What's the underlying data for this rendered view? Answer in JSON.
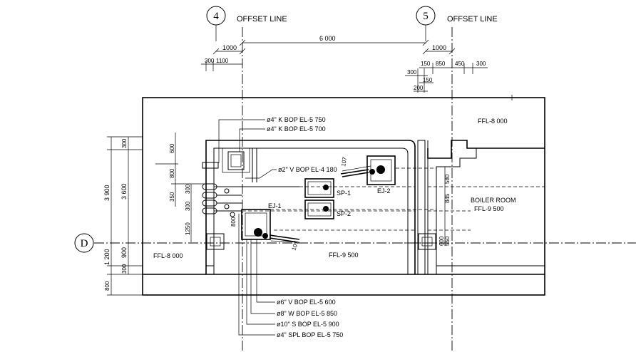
{
  "grid": {
    "col_4": "4",
    "col_5": "5",
    "row_d": "D",
    "offset_4": "OFFSET LINE",
    "offset_5": "OFFSET LINE"
  },
  "top_dims": {
    "span": "6 000",
    "left_1000": "1000",
    "right_1000": "1000",
    "d300": "300",
    "d1100": "1100",
    "d150a": "150",
    "d850": "850",
    "d450": "450",
    "d300b": "300",
    "d300c": "300",
    "d150b": "150",
    "d200": "200"
  },
  "left_dims": {
    "total": "3 900",
    "inner": "3 600",
    "d1200": "1 200",
    "d900": "900",
    "d300top": "300",
    "d300bot": "300",
    "d800bot": "800",
    "d600": "600",
    "d800": "800",
    "d350": "350",
    "d300a": "300",
    "d300b": "300",
    "d1250": "1250",
    "d800c": "800"
  },
  "right_dims": {
    "d580": "580",
    "d845": "845",
    "d550": "550",
    "d600": "600"
  },
  "room_labels": {
    "ffl_left": "FFL-8 000",
    "ffl_right": "FFL-8 000",
    "ffl_pit": "FFL-9 500",
    "boiler_room": "BOILER ROOM",
    "boiler_ffl": "FFL-9 500"
  },
  "equipment": {
    "ej1": "EJ-1",
    "ej2": "EJ-2",
    "sp1": "SP-1",
    "sp2": "SP-2",
    "dim_107a": "107",
    "dim_107b": "107"
  },
  "callouts_top": [
    "ø4\" K BOP EL-5 750",
    "ø4\" K BOP EL-5 700",
    "ø2\" V BOP EL-4 180"
  ],
  "callouts_bottom": [
    "ø6\" V BOP EL-5 600",
    "ø8\" W BOP EL-5 850",
    "ø10\" S BOP EL-5 900",
    "ø4\" SPL BOP EL-5 750"
  ]
}
